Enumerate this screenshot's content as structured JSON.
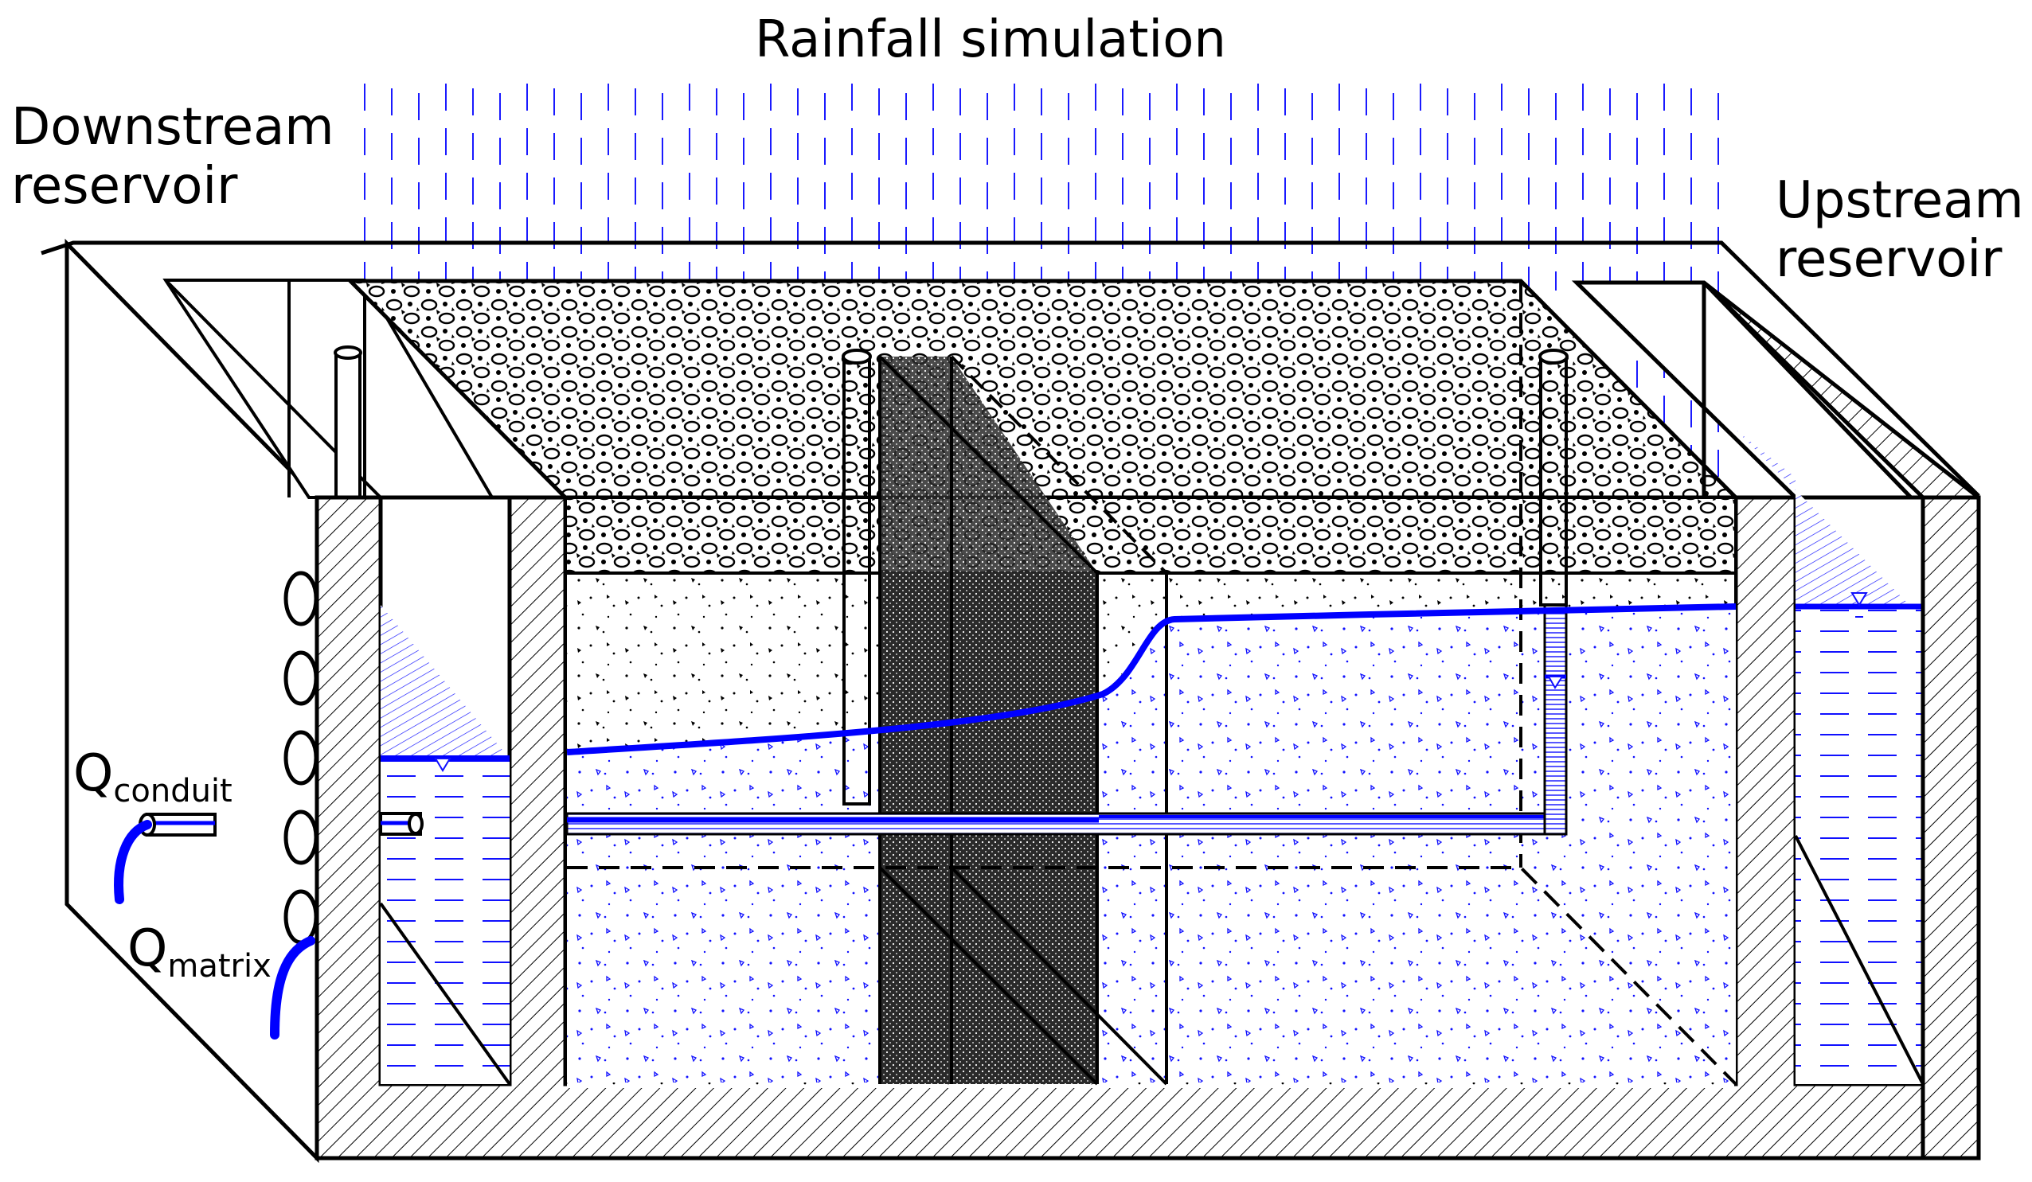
{
  "labels": {
    "rainfall": "Rainfall simulation",
    "downstream_line1": "Downstream",
    "downstream_line2": "reservoir",
    "upstream_line1": "Upstream",
    "upstream_line2": "reservoir",
    "q_conduit_main": "Q",
    "q_conduit_sub": "conduit",
    "q_matrix_main": "Q",
    "q_matrix_sub": "matrix"
  },
  "colors": {
    "water": "#0000ff",
    "outline": "#000000",
    "fault_zone": "#2a2a2a",
    "background": "#ffffff"
  },
  "icons": [
    "raindrop-line",
    "water-level-triangle",
    "observation-well-icon",
    "outflow-pipe-icon"
  ]
}
